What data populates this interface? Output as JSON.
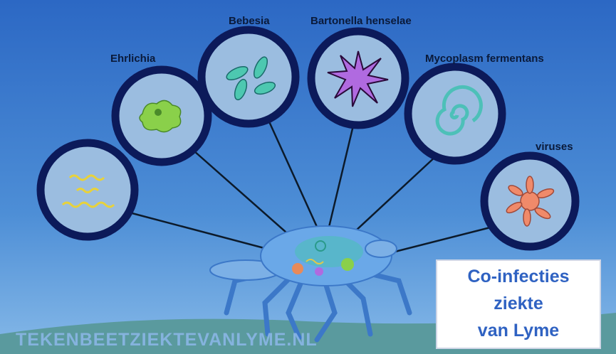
{
  "organisms": [
    {
      "label": "Ehrlichia",
      "icon": "amoeba-icon"
    },
    {
      "label": "Bebesia",
      "icon": "four-petal-icon"
    },
    {
      "label": "Bartonella henselae",
      "icon": "spiky-star-icon"
    },
    {
      "label": "Mycoplasm fermentans",
      "icon": "spiral-icon"
    },
    {
      "label": "viruses",
      "icon": "splat-icon"
    },
    {
      "label": "",
      "icon": "spirochete-icon"
    }
  ],
  "caption": {
    "line1": "Co-infecties",
    "line2": "ziekte",
    "line3": "van Lyme"
  },
  "site": "TEKENBEETZIEKTEVANLYME.NL",
  "colors": {
    "sky": "#3d7fcf",
    "circle_border": "#0c1a5a",
    "circle_fill": "#9bbde0",
    "caption_text": "#2f62c2",
    "tick": "#6aa8e8"
  }
}
